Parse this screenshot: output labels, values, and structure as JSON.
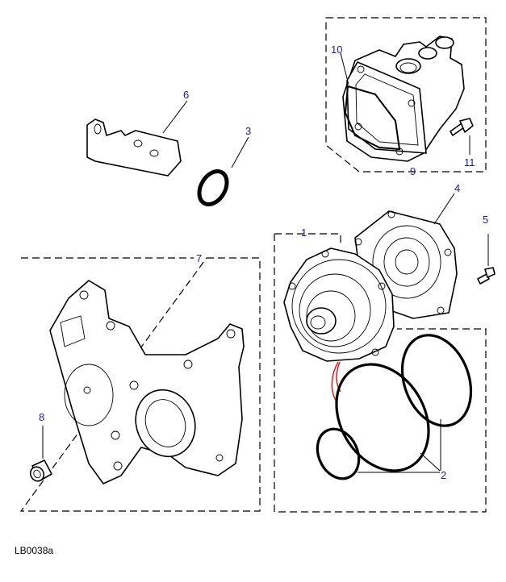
{
  "diagram": {
    "title": "Water pump exploded parts diagram",
    "reference_code": "LB0038a",
    "callout_color": "#1a1aa6",
    "callouts": [
      {
        "number": "1",
        "part": "water-pump-assembly"
      },
      {
        "number": "2",
        "part": "o-ring-seals"
      },
      {
        "number": "3",
        "part": "sealing-washer"
      },
      {
        "number": "4",
        "part": "pump-cover-gasket-plate"
      },
      {
        "number": "5",
        "part": "flange-bolt"
      },
      {
        "number": "6",
        "part": "mounting-bracket"
      },
      {
        "number": "7",
        "part": "pump-housing-assembly"
      },
      {
        "number": "8",
        "part": "dowel-bush"
      },
      {
        "number": "9",
        "part": "outlet-housing-assembly"
      },
      {
        "number": "10",
        "part": "outlet-housing-gasket"
      },
      {
        "number": "11",
        "part": "outlet-housing-bolt"
      }
    ]
  }
}
